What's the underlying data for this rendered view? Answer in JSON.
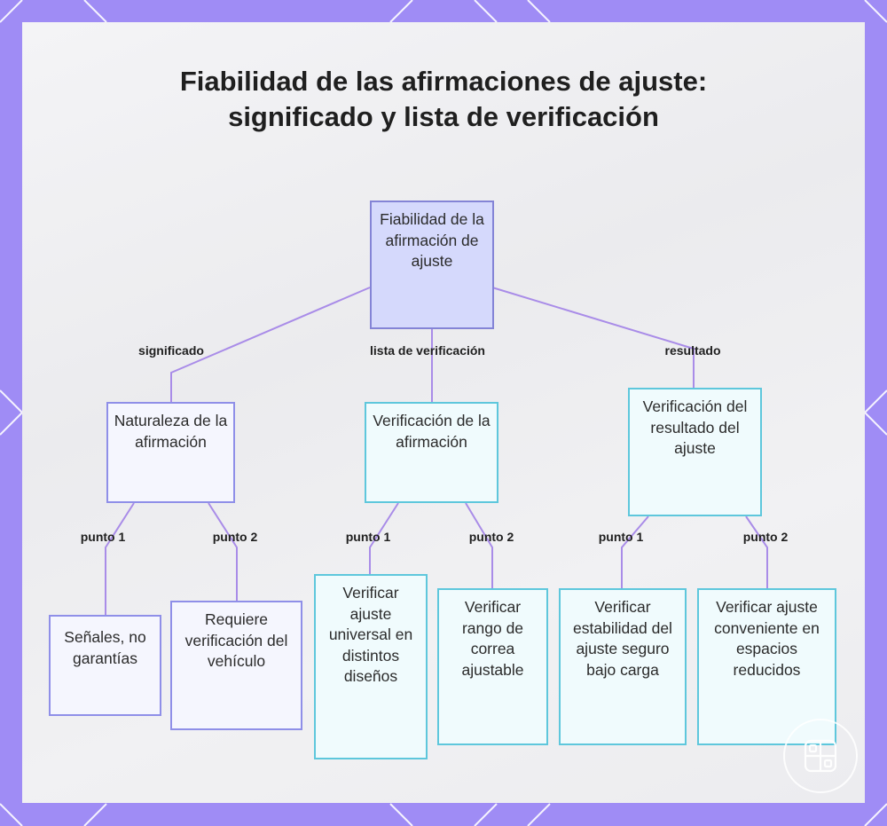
{
  "diagram": {
    "title": "Fiabilidad de las afirmaciones de ajuste: significado y lista de verificación",
    "root": "Fiabilidad de la afirmación de ajuste",
    "branches": [
      {
        "label": "significado",
        "node": "Naturaleza de la afirmación",
        "children": [
          {
            "label": "punto 1",
            "node": "Señales, no garantías"
          },
          {
            "label": "punto 2",
            "node": "Requiere verificación del vehículo"
          }
        ]
      },
      {
        "label": "lista de verificación",
        "node": "Verificación de la afirmación",
        "children": [
          {
            "label": "punto 1",
            "node": "Verificar ajuste universal en distintos diseños"
          },
          {
            "label": "punto 2",
            "node": "Verificar rango de correa ajustable"
          }
        ]
      },
      {
        "label": "resultado",
        "node": "Verificación del resultado del ajuste",
        "children": [
          {
            "label": "punto 1",
            "node": "Verificar estabilidad del ajuste seguro bajo carga"
          },
          {
            "label": "punto 2",
            "node": "Verificar ajuste conveniente en espacios reducidos"
          }
        ]
      }
    ]
  },
  "colors": {
    "frame": "#9f8cf5",
    "edge": "#a98ce8",
    "node_border_purple": "#8f8fe8",
    "node_border_cyan": "#5ec7dc",
    "root_fill": "#d5d9fc"
  },
  "icons": {
    "badge": "grid-badge-icon"
  }
}
